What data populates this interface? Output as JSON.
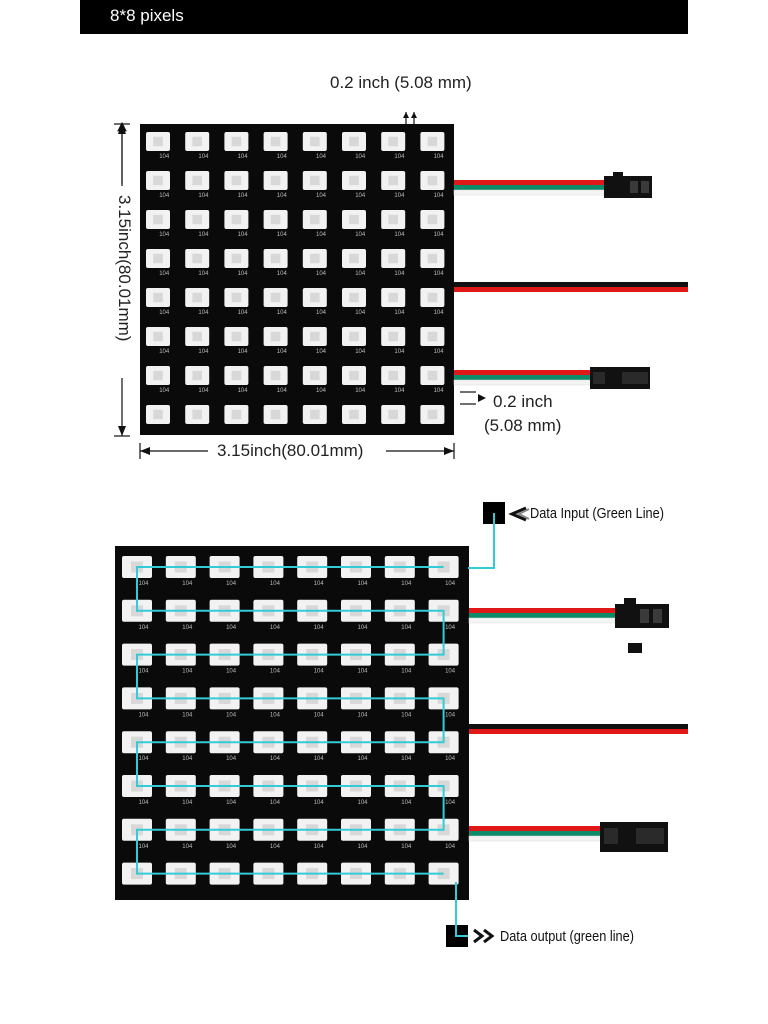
{
  "header": {
    "title": "8*8 pixels"
  },
  "top_figure": {
    "pitch_top": "0.2 inch (5.08 mm)",
    "pitch_right_line1": "0.2 inch",
    "pitch_right_line2": "(5.08 mm)",
    "width_label": "3.15inch(80.01mm)",
    "height_label": "3.15inch(80.01mm)",
    "led_code": "104"
  },
  "bottom_figure": {
    "data_input_label": "Data Input (Green Line)",
    "data_output_label": "Data output (green line)"
  },
  "grid": {
    "rows": 8,
    "cols": 8
  },
  "colors": {
    "board": "#0a0a0a",
    "led": "#f2f2f2",
    "wire_red": "#e01818",
    "wire_green": "#0d8a68",
    "wire_white": "#f4f4f4",
    "wire_black": "#111111",
    "data_path": "#33ccd6"
  },
  "icons": [
    "data-input-marker-icon",
    "arrow-left-icon",
    "data-output-marker-icon",
    "double-chevron-right-icon"
  ]
}
